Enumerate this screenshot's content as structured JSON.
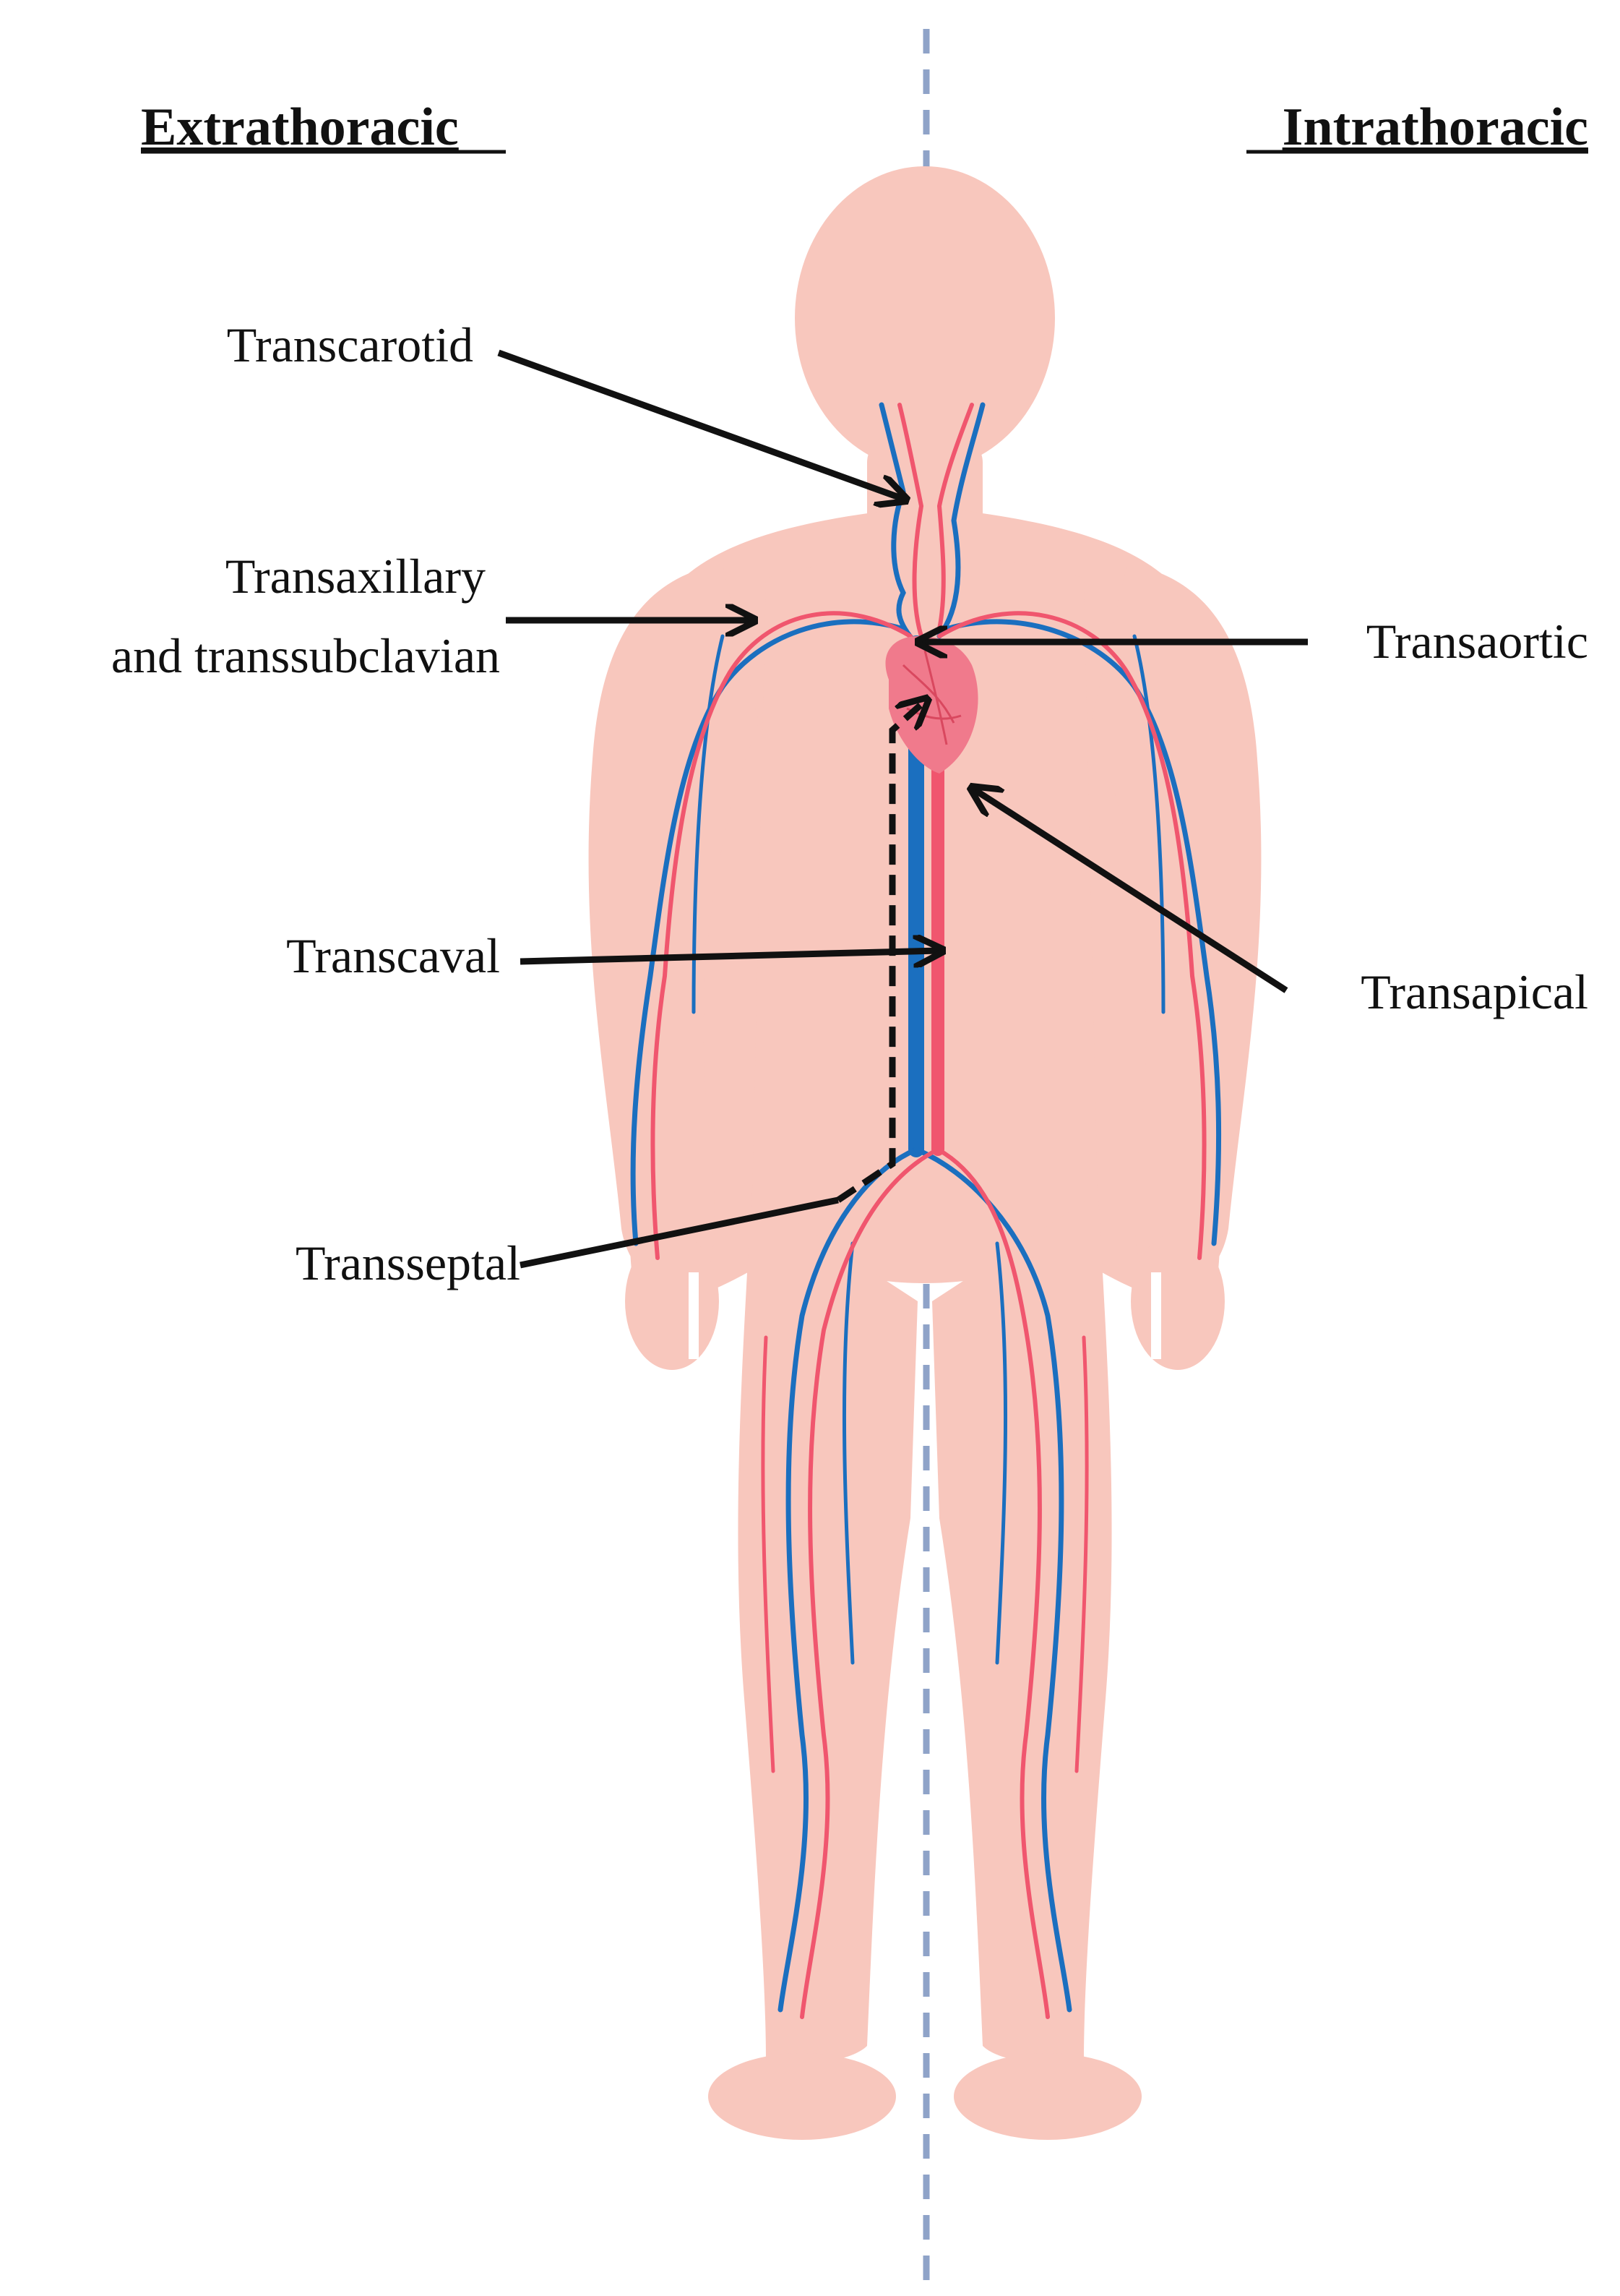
{
  "headers": {
    "left": "Extrathoracic",
    "right": "Intrathoracic"
  },
  "labels": {
    "transcarotid": "Transcarotid",
    "transaxillary_line1": "Transaxillary",
    "transaxillary_line2": "and transsubclavian",
    "transaortic": "Transaortic",
    "transcaval": "Transcaval",
    "transapical": "Transapical",
    "transseptal": "Transseptal"
  },
  "colors": {
    "skin": "#f8c7bd",
    "artery": "#f0566e",
    "vein": "#1b6fbf",
    "heart": "#f07a8c",
    "divider": "#8fa3c8",
    "arrow": "#111111"
  }
}
